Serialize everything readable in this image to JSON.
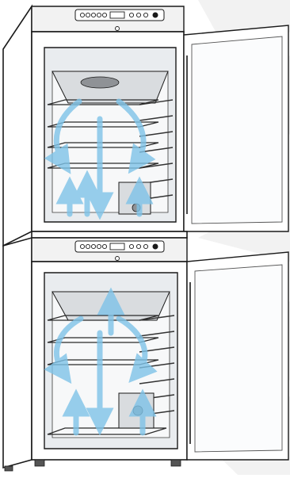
{
  "figure": {
    "units": [
      {
        "position": "upper",
        "door": "open",
        "shelves": 4,
        "airflow_arrows": "up-and-down"
      },
      {
        "position": "lower",
        "door": "open",
        "shelves": 4,
        "airflow_arrows": "up-and-down"
      }
    ],
    "colors": {
      "outline": "#1a1a1a",
      "cabinet": "#ffffff",
      "interior_shade": "#e9ecef",
      "airflow": "#7ec3e8",
      "airflow_dark": "#4aa3d6",
      "panel": "#f2f2f2",
      "fan": "#8f9296",
      "watermark": "#f1f1f1"
    },
    "icons": [
      "control-panel-icon",
      "fan-icon",
      "airflow-arrow-icon",
      "shelf-icon",
      "door-handle-icon",
      "adjustable-foot-icon"
    ]
  }
}
